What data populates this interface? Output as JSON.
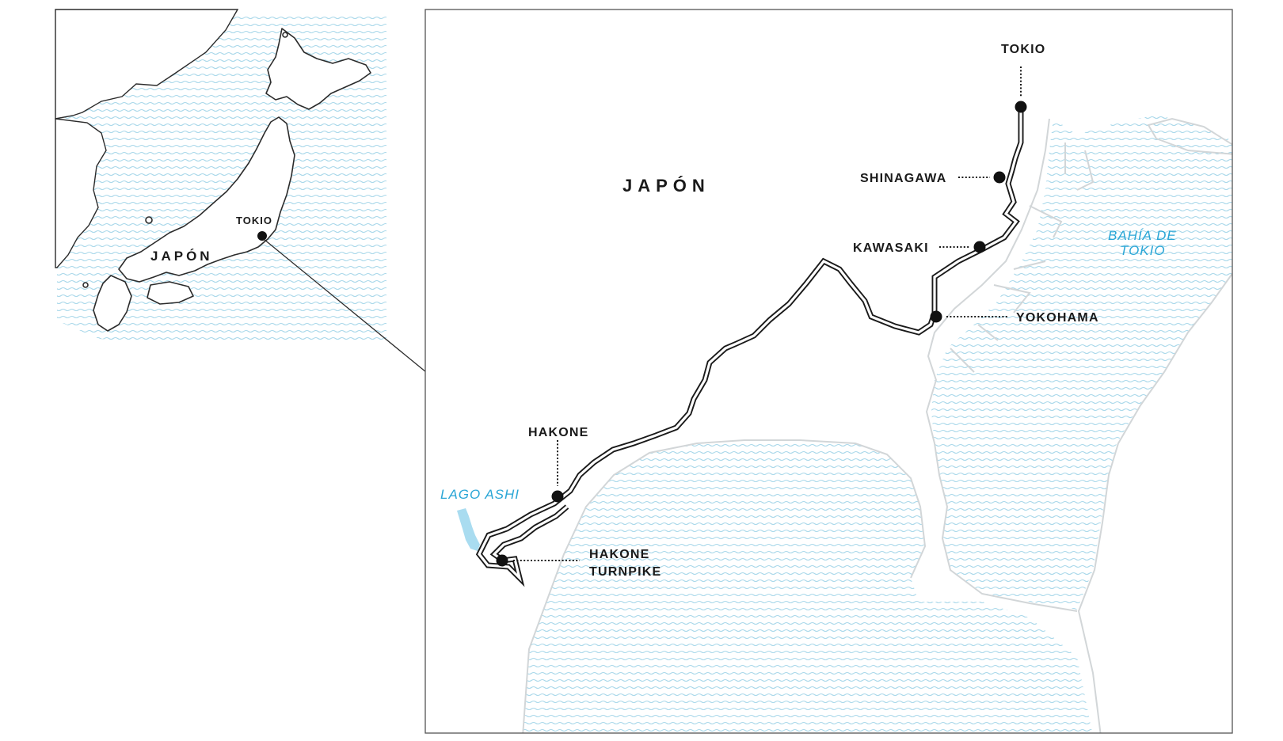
{
  "inset": {
    "country_label": "JAPÓN",
    "city_label": "TOKIO"
  },
  "main_map": {
    "country_label": "JAPÓN",
    "bay_label_line1": "BAHÍA DE",
    "bay_label_line2": "TOKIO",
    "lake_label": "LAGO ASHI",
    "places": {
      "tokio": "TOKIO",
      "shinagawa": "SHINAGAWA",
      "kawasaki": "KAWASAKI",
      "yokohama": "YOKOHAMA",
      "hakone": "HAKONE",
      "turnpike_line1": "HAKONE",
      "turnpike_line2": "TURNPIKE"
    }
  },
  "colors": {
    "water_lines": "#a9d8ea",
    "lake_fill": "#a9dcf0",
    "label_blue": "#2aa6d6",
    "coastline_gray": "#d2d6d8",
    "route": "#1a1a1a"
  }
}
